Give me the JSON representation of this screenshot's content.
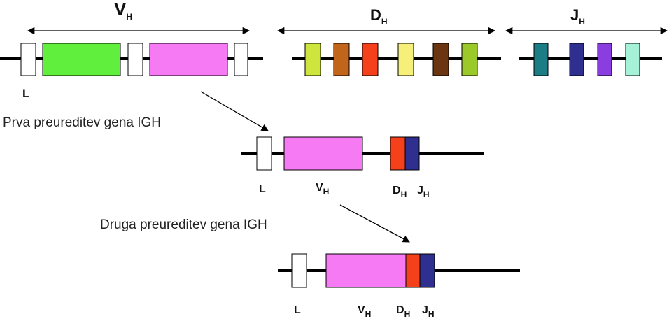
{
  "labels": {
    "v_main": "V",
    "d_main": "D",
    "j_main": "J",
    "sub": "H",
    "leader": "L",
    "step1_caption": "Prva preureditev gena IGH",
    "step2_caption": "Druga preureditev gena IGH"
  },
  "colors": {
    "line": "#000000",
    "leader": "#ffffff",
    "v_segment": "#f77af5",
    "v_green": "#5fef3c",
    "d_segments": [
      "#cde53c",
      "#c1651a",
      "#f4401b",
      "#f6f07a",
      "#6a3510",
      "#9bc92a"
    ],
    "j_segments": [
      "#1c7d84",
      "#2f2f8f",
      "#8a3ee0",
      "#a6f2d8"
    ],
    "d_joined": "#f4401b",
    "j_joined": "#2f2f8f"
  }
}
